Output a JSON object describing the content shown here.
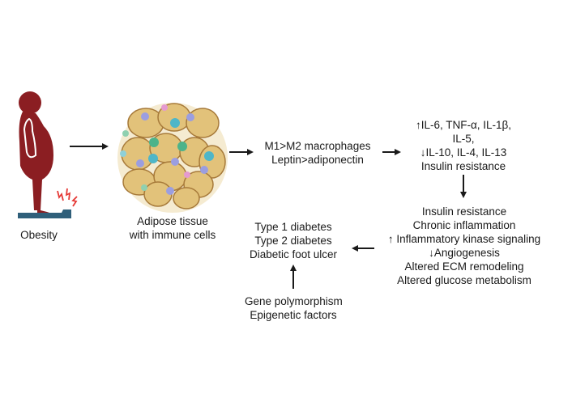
{
  "nodes": {
    "obesity": {
      "label": "Obesity"
    },
    "adipose": {
      "lines": [
        "Adipose tissue",
        "with immune cells"
      ]
    },
    "macrophages": {
      "lines": [
        "M1>M2 macrophages",
        "Leptin>adiponectin"
      ]
    },
    "cytokines": {
      "lines": [
        "↑IL-6, TNF-α, IL-1β,",
        "IL-5,",
        "↓IL-10,  IL-4, IL-13",
        "Insulin resistance"
      ]
    },
    "effects": {
      "lines": [
        "Insulin resistance",
        "Chronic inflammation",
        "↑ Inflammatory kinase signaling",
        "↓Angiogenesis",
        "Altered ECM remodeling",
        "Altered glucose metabolism"
      ]
    },
    "outcomes": {
      "lines": [
        "Type 1 diabetes",
        "Type 2 diabetes",
        "Diabetic foot ulcer"
      ]
    },
    "genetics": {
      "lines": [
        "Gene polymorphism",
        "Epigenetic factors"
      ]
    }
  },
  "colors": {
    "body": "#8b1e22",
    "scale": "#2f5f7a",
    "spark": "#e53935",
    "adipocyte": "#e2c27a",
    "adipocyte_edge": "#a77a3a",
    "arrow": "#1a1a1a"
  }
}
